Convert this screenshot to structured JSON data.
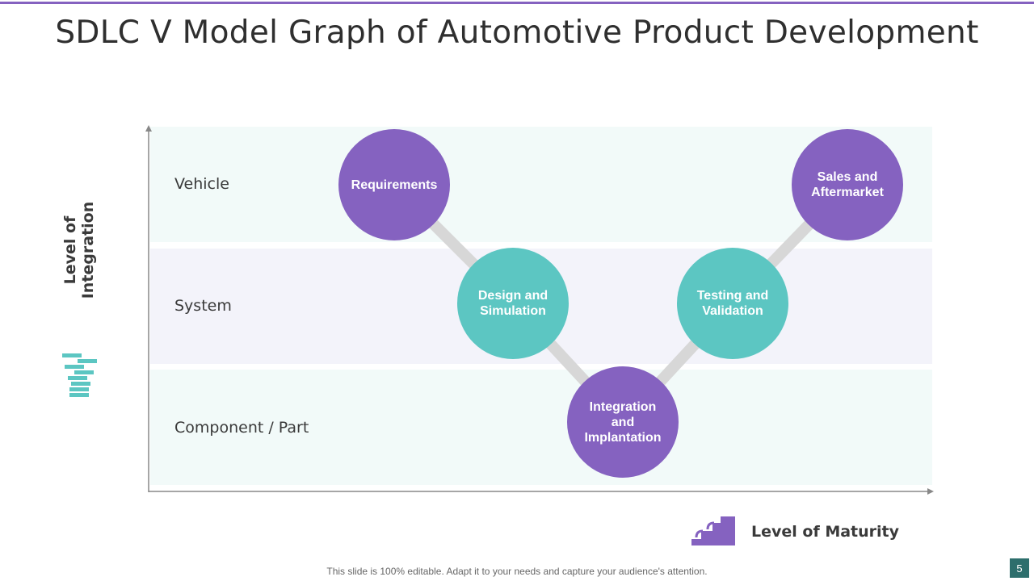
{
  "title": "SDLC V Model Graph of Automotive Product Development",
  "y_axis_label": "Level of Integration",
  "x_axis_label": "Level of Maturity",
  "rows": [
    "Vehicle",
    "System",
    "Component / Part"
  ],
  "stages": [
    {
      "label": "Requirements",
      "level": "Vehicle",
      "color": "#8562c0"
    },
    {
      "label": "Design and Simulation",
      "level": "System",
      "color": "#5cc6c2"
    },
    {
      "label": "Integration and Implantation",
      "level": "Component / Part",
      "color": "#8562c0"
    },
    {
      "label": "Testing and Validation",
      "level": "System",
      "color": "#5cc6c2"
    },
    {
      "label": "Sales and Aftermarket",
      "level": "Vehicle",
      "color": "#8562c0"
    }
  ],
  "footer": "This slide is 100% editable. Adapt it to your needs and capture your audience's attention.",
  "page_number": "5",
  "icons": {
    "y_axis": "stacked-bars-icon",
    "x_axis": "stairs-icon"
  }
}
